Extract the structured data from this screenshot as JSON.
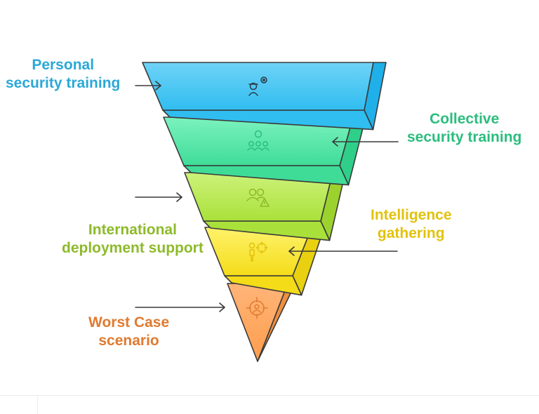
{
  "diagram": {
    "type": "inverted-pyramid",
    "levels": [
      {
        "line1": "Personal",
        "line2": "security training",
        "color": "#2aa8d8",
        "fill_light": "#6fd3f7",
        "fill_dark": "#30bdf0",
        "fill_side": "#1fb0ea",
        "icon": "engineer-gear-icon"
      },
      {
        "line1": "Collective",
        "line2": "security training",
        "color": "#2bbd7e",
        "fill_light": "#7cf2bf",
        "fill_dark": "#3fdc98",
        "fill_side": "#2fcf8a",
        "icon": "team-network-icon"
      },
      {
        "line1": "International",
        "line2": "deployment support",
        "color": "#8dba2a",
        "fill_light": "#cdf27a",
        "fill_dark": "#a9e13a",
        "fill_side": "#9cd22d",
        "icon": "people-warning-icon"
      },
      {
        "line1": "Intelligence",
        "line2": "gathering",
        "color": "#e2c20c",
        "fill_light": "#fff26c",
        "fill_dark": "#f4dc18",
        "fill_side": "#e9d010",
        "icon": "person-target-icon"
      },
      {
        "line1": "Worst Case",
        "line2": "scenario",
        "color": "#e07a30",
        "fill_light": "#ffb579",
        "fill_dark": "#ff9d4d",
        "fill_side": "#ef8f40",
        "icon": "crosshair-person-icon"
      }
    ]
  }
}
